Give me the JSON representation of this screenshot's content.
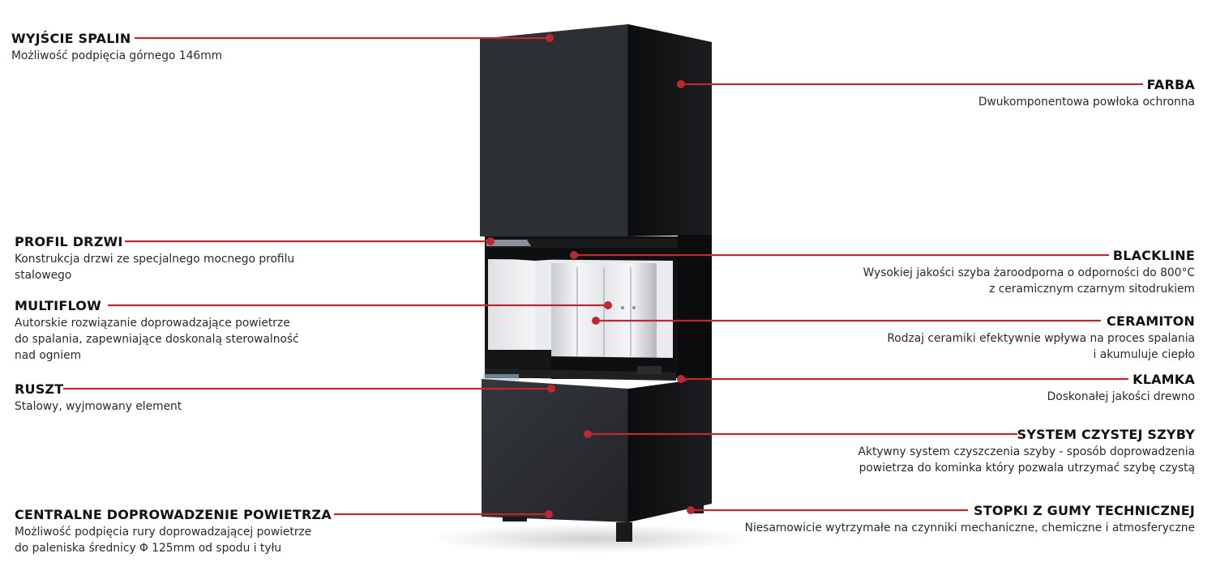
{
  "colors": {
    "accent": "#c0282f",
    "body_dark": "#2a2d31",
    "body_side": "#151618",
    "glass_frame": "#0e0f10"
  },
  "callouts": {
    "wyjscie_spalin": {
      "title": "WYJŚCIE SPALIN",
      "desc": [
        "Możliwość podpięcia górnego 146mm"
      ]
    },
    "profil_drzwi": {
      "title": "PROFIL DRZWI",
      "desc": [
        "Konstrukcja drzwi ze specjalnego mocnego profilu",
        "stalowego"
      ]
    },
    "multiflow": {
      "title": "MULTIFLOW",
      "desc": [
        "Autorskie rozwiązanie doprowadzające powietrze",
        "do spalania, zapewniające doskonalą sterowalność",
        "nad ogniem"
      ]
    },
    "ruszt": {
      "title": "RUSZT",
      "desc": [
        "Stalowy, wyjmowany element"
      ]
    },
    "centralne": {
      "title": "CENTRALNE DOPROWADZENIE POWIETRZA",
      "desc": [
        "Możliwość podpięcia rury doprowadzającej powietrze",
        "do paleniska średnicy Φ 125mm od spodu i tyłu"
      ]
    },
    "farba": {
      "title": "FARBA",
      "desc": [
        "Dwukomponentowa powłoka ochronna"
      ]
    },
    "blackline": {
      "title": "BLACKLINE",
      "desc": [
        "Wysokiej jakości szyba żaroodporna o odporności do 800°C",
        "z ceramicznym czarnym sitodrukiem"
      ]
    },
    "ceramiton": {
      "title": "CERAMITON",
      "desc": [
        "Rodzaj ceramiki efektywnie wpływa na proces spalania",
        "i akumuluje ciepło"
      ]
    },
    "klamka": {
      "title": "KLAMKA",
      "desc": [
        "Doskonałej jakości drewno"
      ]
    },
    "system": {
      "title": "SYSTEM CZYSTEJ SZYBY",
      "desc": [
        "Aktywny system czyszczenia szyby - sposób doprowadzenia",
        "powietrza do kominka który pozwala utrzymać szybę czystą"
      ]
    },
    "stopki": {
      "title": "STOPKI Z GUMY TECHNICZNEJ",
      "desc": [
        "Niesamowicie wytrzymałe na czynniki mechaniczne, chemiczne i atmosferyczne"
      ]
    }
  }
}
